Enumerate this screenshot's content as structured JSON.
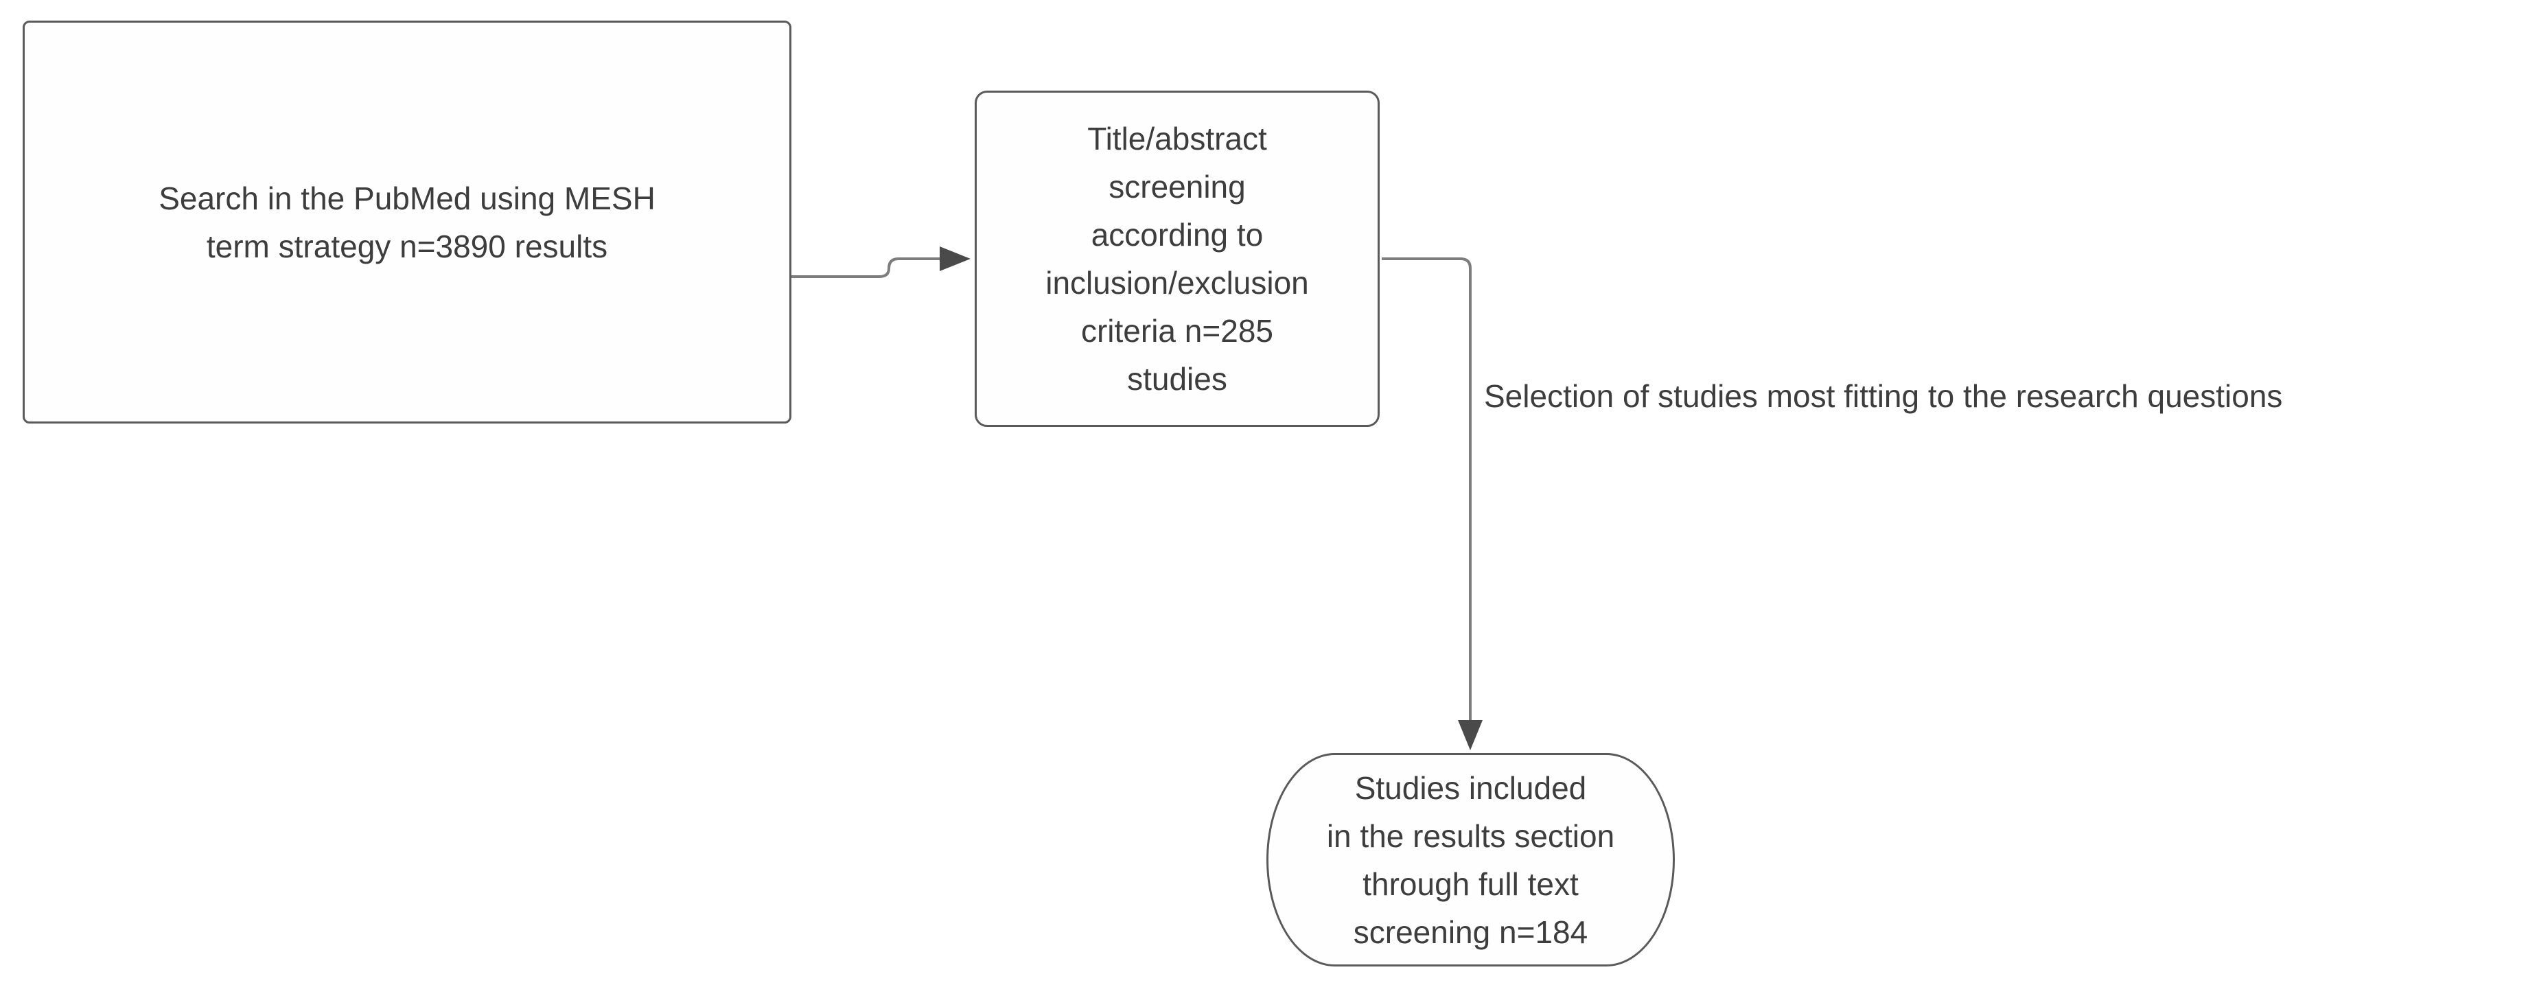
{
  "colors": {
    "background": "#ffffff",
    "node-border": "#5a5a5a",
    "node-fill": "#fefefe",
    "text": "#3d3d3d",
    "connector": "#7d7d7d",
    "arrowhead": "#4a4a4a"
  },
  "diagram": {
    "type": "flowchart",
    "nodes": {
      "search": {
        "shape": "rectangle",
        "lines": [
          "Search in the PubMed using MESH",
          "term strategy n=3890 results"
        ]
      },
      "screening": {
        "shape": "rounded-rectangle",
        "lines": [
          "Title/abstract",
          "screening",
          "according to",
          "inclusion/exclusion",
          "criteria n=285",
          "studies"
        ]
      },
      "included": {
        "shape": "stadium",
        "lines": [
          "Studies included",
          "in the results section",
          "through full text",
          "screening n=184"
        ]
      }
    },
    "edges": [
      {
        "from": "search",
        "to": "screening",
        "label": ""
      },
      {
        "from": "screening",
        "to": "included",
        "label": "Selection of studies most fitting to the research questions"
      }
    ]
  }
}
